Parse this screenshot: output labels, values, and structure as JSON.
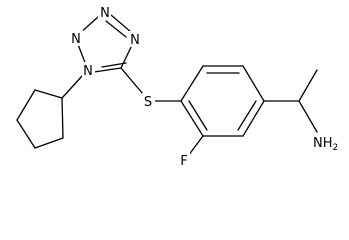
{
  "molecule": {
    "atoms": {
      "tetrazole_n1": "N",
      "tetrazole_n2": "N",
      "tetrazole_n3": "N",
      "tetrazole_n4": "N",
      "sulfur": "S",
      "fluorine": "F",
      "amine_n": "N",
      "amine_h": "H",
      "amine_sub": "2"
    }
  }
}
